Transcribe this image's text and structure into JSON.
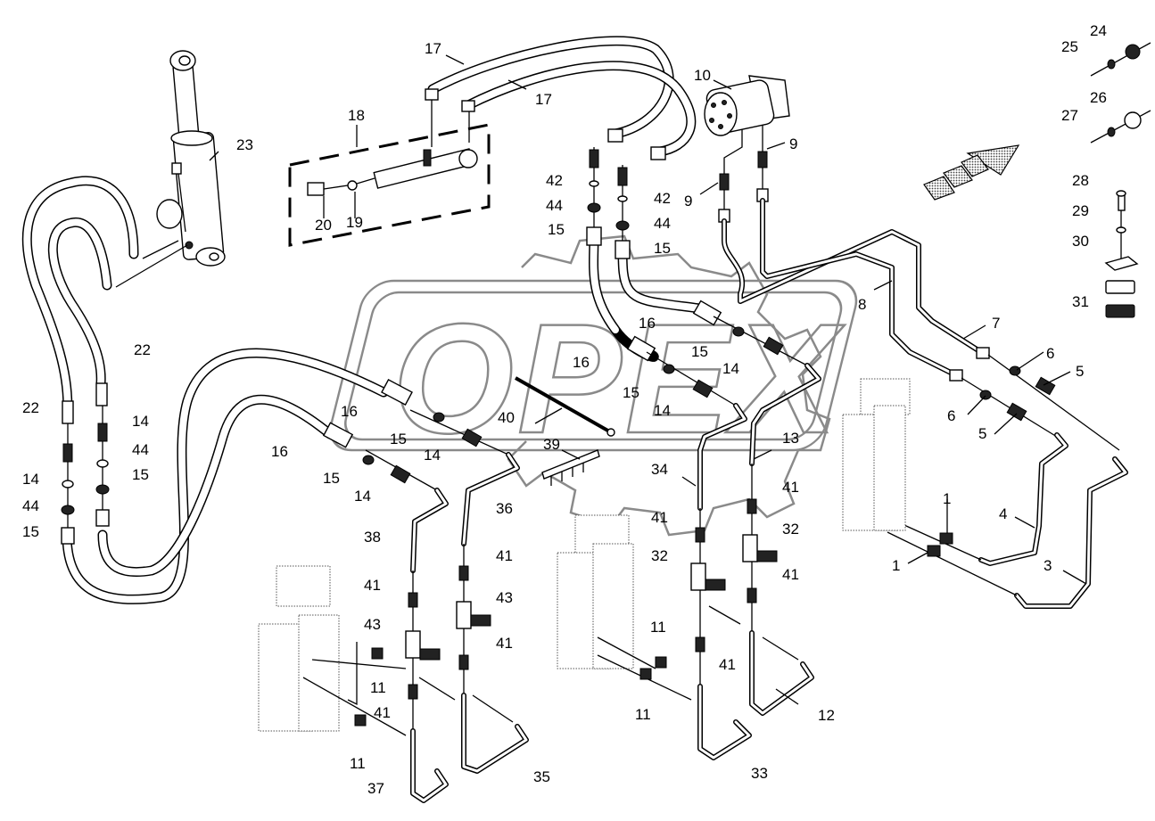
{
  "diagram": {
    "title": "Hydraulic hoses and pipes — exploded parts view",
    "watermark_text": "OPEX",
    "colors": {
      "line": "#000000",
      "watermark": "#8a8a8a",
      "background": "#ffffff"
    },
    "callouts": [
      {
        "id": "c1a",
        "label": "1"
      },
      {
        "id": "c1b",
        "label": "1"
      },
      {
        "id": "c3",
        "label": "3"
      },
      {
        "id": "c4",
        "label": "4"
      },
      {
        "id": "c5a",
        "label": "5"
      },
      {
        "id": "c5b",
        "label": "5"
      },
      {
        "id": "c6a",
        "label": "6"
      },
      {
        "id": "c6b",
        "label": "6"
      },
      {
        "id": "c7",
        "label": "7"
      },
      {
        "id": "c8",
        "label": "8"
      },
      {
        "id": "c9a",
        "label": "9"
      },
      {
        "id": "c9b",
        "label": "9"
      },
      {
        "id": "c10",
        "label": "10"
      },
      {
        "id": "c11a",
        "label": "11"
      },
      {
        "id": "c11b",
        "label": "11"
      },
      {
        "id": "c11c",
        "label": "11"
      },
      {
        "id": "c11d",
        "label": "11"
      },
      {
        "id": "c12",
        "label": "12"
      },
      {
        "id": "c13",
        "label": "13"
      },
      {
        "id": "c14a",
        "label": "14"
      },
      {
        "id": "c14b",
        "label": "14"
      },
      {
        "id": "c14c",
        "label": "14"
      },
      {
        "id": "c14d",
        "label": "14"
      },
      {
        "id": "c14e",
        "label": "14"
      },
      {
        "id": "c14f",
        "label": "14"
      },
      {
        "id": "c15a",
        "label": "15"
      },
      {
        "id": "c15b",
        "label": "15"
      },
      {
        "id": "c15c",
        "label": "15"
      },
      {
        "id": "c15d",
        "label": "15"
      },
      {
        "id": "c15e",
        "label": "15"
      },
      {
        "id": "c15f",
        "label": "15"
      },
      {
        "id": "c15g",
        "label": "15"
      },
      {
        "id": "c15h",
        "label": "15"
      },
      {
        "id": "c16a",
        "label": "16"
      },
      {
        "id": "c16b",
        "label": "16"
      },
      {
        "id": "c16c",
        "label": "16"
      },
      {
        "id": "c16d",
        "label": "16"
      },
      {
        "id": "c17a",
        "label": "17"
      },
      {
        "id": "c17b",
        "label": "17"
      },
      {
        "id": "c18",
        "label": "18"
      },
      {
        "id": "c19",
        "label": "19"
      },
      {
        "id": "c20",
        "label": "20"
      },
      {
        "id": "c22a",
        "label": "22"
      },
      {
        "id": "c22b",
        "label": "22"
      },
      {
        "id": "c23",
        "label": "23"
      },
      {
        "id": "c24",
        "label": "24"
      },
      {
        "id": "c25",
        "label": "25"
      },
      {
        "id": "c26",
        "label": "26"
      },
      {
        "id": "c27",
        "label": "27"
      },
      {
        "id": "c28",
        "label": "28"
      },
      {
        "id": "c29",
        "label": "29"
      },
      {
        "id": "c30",
        "label": "30"
      },
      {
        "id": "c31",
        "label": "31"
      },
      {
        "id": "c32a",
        "label": "32"
      },
      {
        "id": "c32b",
        "label": "32"
      },
      {
        "id": "c33",
        "label": "33"
      },
      {
        "id": "c34",
        "label": "34"
      },
      {
        "id": "c35",
        "label": "35"
      },
      {
        "id": "c36",
        "label": "36"
      },
      {
        "id": "c37",
        "label": "37"
      },
      {
        "id": "c38",
        "label": "38"
      },
      {
        "id": "c39",
        "label": "39"
      },
      {
        "id": "c40",
        "label": "40"
      },
      {
        "id": "c41a",
        "label": "41"
      },
      {
        "id": "c41b",
        "label": "41"
      },
      {
        "id": "c41c",
        "label": "41"
      },
      {
        "id": "c41d",
        "label": "41"
      },
      {
        "id": "c41e",
        "label": "41"
      },
      {
        "id": "c41f",
        "label": "41"
      },
      {
        "id": "c41g",
        "label": "41"
      },
      {
        "id": "c41h",
        "label": "41"
      },
      {
        "id": "c42a",
        "label": "42"
      },
      {
        "id": "c42b",
        "label": "42"
      },
      {
        "id": "c43a",
        "label": "43"
      },
      {
        "id": "c43b",
        "label": "43"
      },
      {
        "id": "c44a",
        "label": "44"
      },
      {
        "id": "c44b",
        "label": "44"
      },
      {
        "id": "c44c",
        "label": "44"
      },
      {
        "id": "c44d",
        "label": "44"
      }
    ]
  }
}
